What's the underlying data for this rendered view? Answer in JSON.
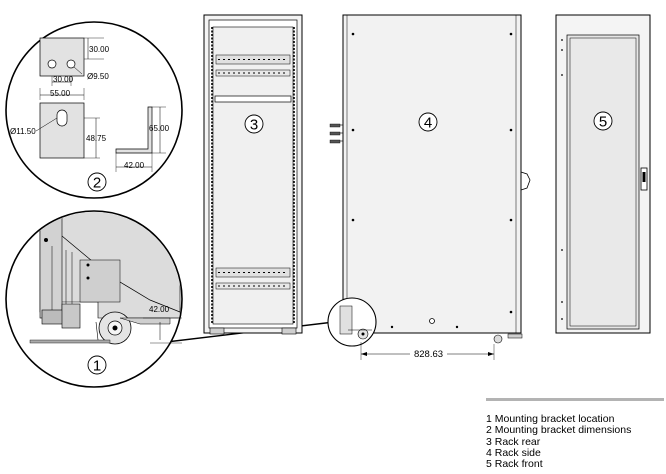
{
  "dimensions": {
    "bracket_top_height": "30.00",
    "bracket_top_width": "30.00",
    "bracket_hole_dia": "Ø9.50",
    "bracket_width": "55.00",
    "bracket_slot_dia": "Ø11.50",
    "bracket_slot_height": "48.75",
    "bracket_side_height": "65.00",
    "bracket_foot_length": "42.00",
    "floor_clearance": "42.00",
    "rack_depth": "828.63"
  },
  "callouts": [
    "1",
    "2",
    "3",
    "4",
    "5"
  ],
  "legend": [
    "1 Mounting bracket location",
    "2 Mounting bracket dimensions",
    "3 Rack rear",
    "4 Rack side",
    "5 Rack front"
  ]
}
